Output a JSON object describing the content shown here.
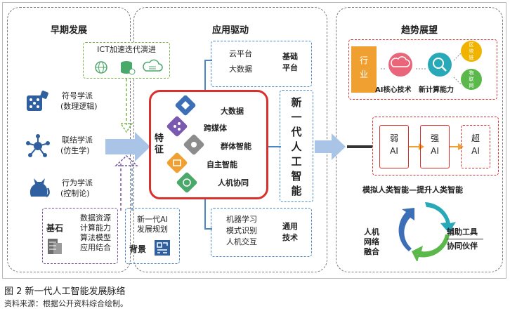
{
  "panels": {
    "early": "早期发展",
    "app": "应用驱动",
    "trend": "趋势展望"
  },
  "early": {
    "ict": "ICT加速迭代演进",
    "schools": [
      {
        "name": "符号学派",
        "sub": "(数理逻辑)"
      },
      {
        "name": "联结学派",
        "sub": "(仿生学)"
      },
      {
        "name": "行为学派",
        "sub": "(控制论)"
      }
    ],
    "foundation_label": "基石",
    "foundation_items": [
      "数据资源",
      "计算能力",
      "算法模型",
      "应用结合"
    ],
    "plan": [
      "新一代AI",
      "发展规划"
    ],
    "background_label": "背景"
  },
  "app": {
    "feature_label": "特征",
    "features": [
      "大数据",
      "跨媒体",
      "群体智能",
      "自主智能",
      "人机协同"
    ],
    "platform_items": [
      "云平台",
      "大数据"
    ],
    "platform_label": [
      "基础",
      "平台"
    ],
    "tech_items": [
      "机器学习",
      "模式识别",
      "人机交互"
    ],
    "tech_label": [
      "通用",
      "技术"
    ],
    "new_ai": [
      "新",
      "一",
      "代",
      "人",
      "工",
      "智",
      "能"
    ]
  },
  "trend": {
    "industry": [
      "行",
      "业"
    ],
    "core_tech": "AI核心技术",
    "new_compute": "新计算能力",
    "blockchain": [
      "区",
      "块",
      "链"
    ],
    "iot": [
      "物",
      "联",
      "网"
    ],
    "ai_levels": [
      {
        "a": "弱",
        "b": "AI"
      },
      {
        "a": "强",
        "b": "AI"
      },
      {
        "a": "超",
        "b": "AI"
      }
    ],
    "simulate": "模拟人类智能—提升人类智能",
    "fusion": [
      "人机",
      "网络",
      "融合"
    ],
    "assist": "辅助工具",
    "partner": "协同伙伴"
  },
  "caption": {
    "title": "图 2  新一代人工智能发展脉络",
    "source": "资料来源：根据公开资料综合绘制。"
  },
  "colors": {
    "blue_arrow": "#a9c4e6",
    "red": "#d9302c",
    "green_dash": "#7ab648",
    "purple_dash": "#7a4fa0",
    "blue_dash": "#4a86c6",
    "orange": "#f0a030"
  }
}
